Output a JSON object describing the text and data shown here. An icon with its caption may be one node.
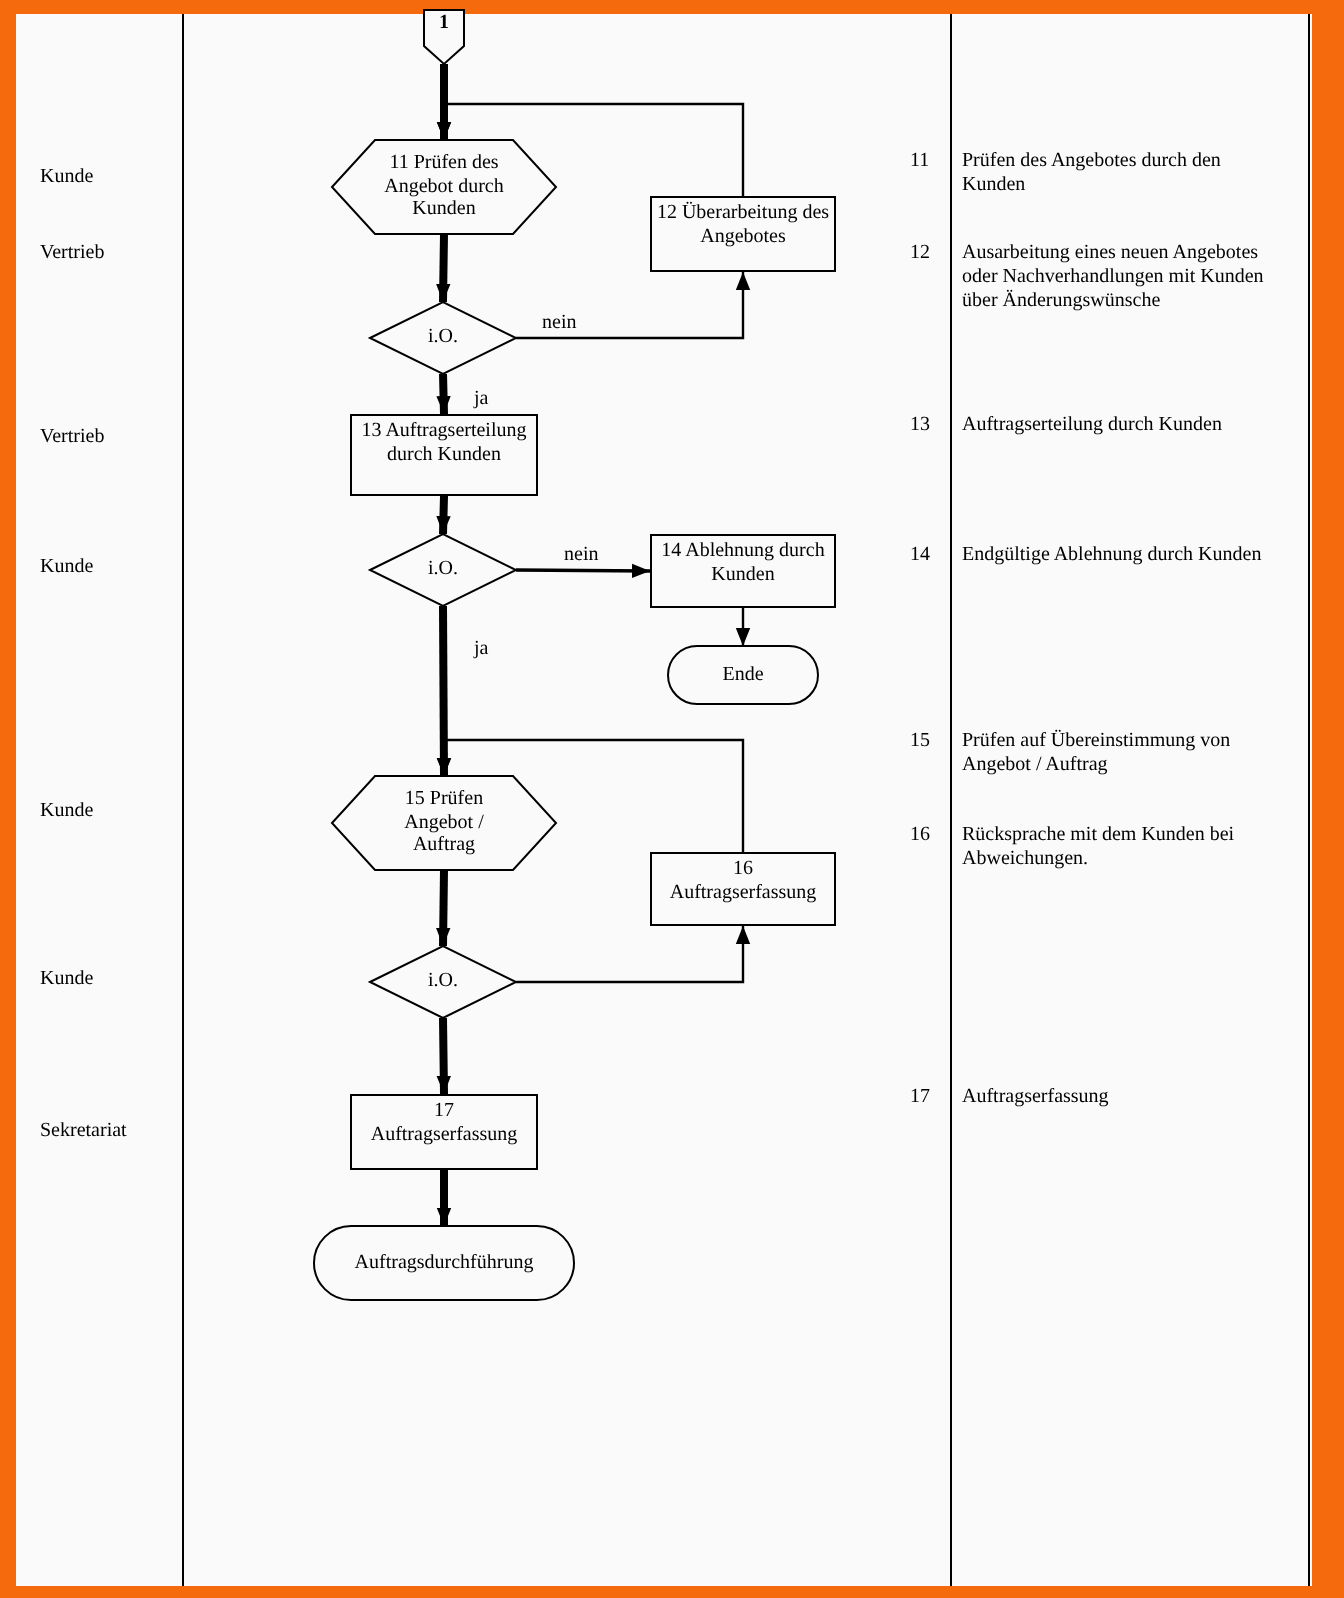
{
  "diagram": {
    "nodes": [
      {
        "text": [
          "1"
        ]
      },
      {
        "text": [
          "11 Prüfen des Angebot durch Kunden"
        ]
      },
      {
        "text": [
          "12 Überarbeitung des Angebotes"
        ]
      },
      {
        "text": [
          "i.O."
        ]
      },
      {
        "text": [
          "13 Auftragserteilung durch Kunden"
        ]
      },
      {
        "text": [
          "i.O."
        ]
      },
      {
        "text": [
          "14 Ablehnung durch Kunden"
        ]
      },
      {
        "text": [
          "Ende"
        ]
      },
      {
        "text": [
          "15 Prüfen Angebot / Auftrag"
        ]
      },
      {
        "text": [
          "16 Auftragserfassung"
        ]
      },
      {
        "text": [
          "i.O."
        ]
      },
      {
        "text": [
          "17 Auftragserfassung"
        ]
      },
      {
        "text": [
          "Auftragsdurchführung"
        ]
      }
    ],
    "edges": [
      {
        "from": 0,
        "to": 1,
        "arrow": "to"
      },
      {
        "from": 1,
        "to": 3,
        "arrow": "to"
      },
      {
        "from": 3,
        "to": 2,
        "arrow": "to",
        "label": "nein"
      },
      {
        "from": 2,
        "to": 1,
        "arrow": "to"
      },
      {
        "from": 3,
        "to": 4,
        "arrow": "to",
        "label": "ja"
      },
      {
        "from": 4,
        "to": 5,
        "arrow": "to"
      },
      {
        "from": 5,
        "to": 6,
        "arrow": "to",
        "label": "nein"
      },
      {
        "from": 6,
        "to": 7,
        "arrow": "to"
      },
      {
        "from": 5,
        "to": 8,
        "arrow": "to",
        "label": "ja"
      },
      {
        "from": 9,
        "to": 8,
        "arrow": "to"
      },
      {
        "from": 8,
        "to": 10,
        "arrow": "to"
      },
      {
        "from": 10,
        "to": 9,
        "arrow": "to"
      },
      {
        "from": 10,
        "to": 11,
        "arrow": "to"
      },
      {
        "from": 11,
        "to": 12,
        "arrow": "to"
      }
    ],
    "labels": [
      "Kunde",
      "Vertrieb",
      "Vertrieb",
      "Kunde",
      "Kunde",
      "Kunde",
      "Sekretariat",
      "11",
      "Prüfen des Angebotes durch den Kunden",
      "12",
      "Ausarbeitung eines neuen Angebotes oder Nachverhandlungen mit Kunden über Änderungswünsche",
      "13",
      "Auftragserteilung durch Kunden",
      "14",
      "Endgültige Ablehnung durch Kunden",
      "15",
      "Prüfen auf Übereinstimmung von Angebot / Auftrag",
      "16",
      "Rücksprache mit dem Kunden bei Abweichungen.",
      "17",
      "Auftragserfassung"
    ]
  }
}
